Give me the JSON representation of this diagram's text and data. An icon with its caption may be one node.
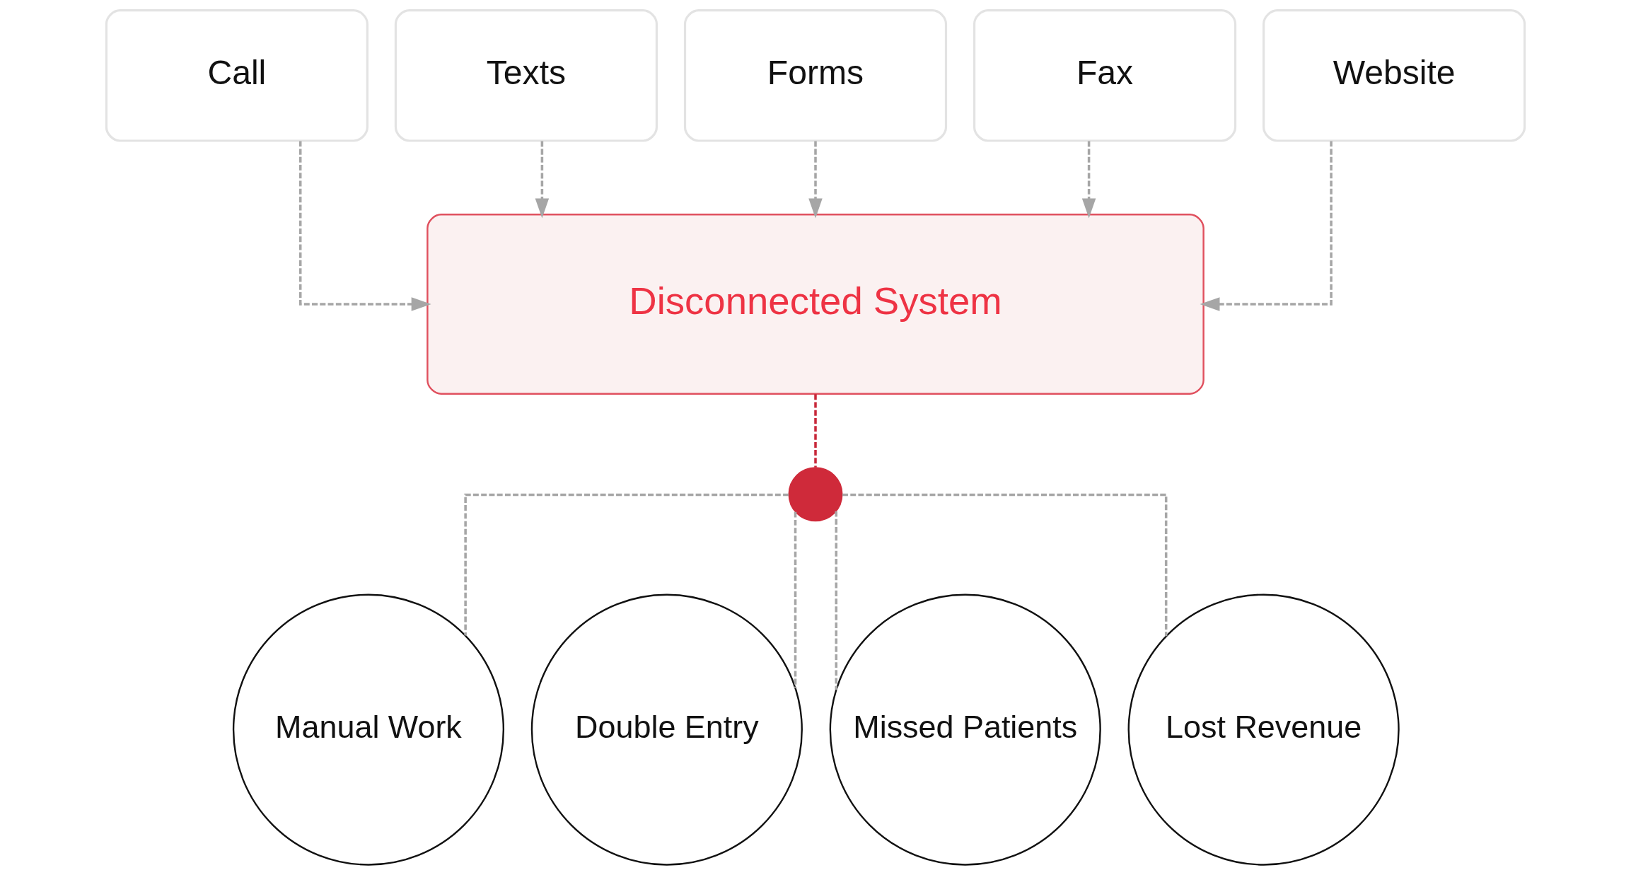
{
  "diagram": {
    "nodes": [
      {
        "text": [
          "Call"
        ]
      },
      {
        "text": [
          "Texts"
        ]
      },
      {
        "text": [
          "Forms"
        ]
      },
      {
        "text": [
          "Fax"
        ]
      },
      {
        "text": [
          "Website"
        ]
      },
      {
        "text": [
          "Disconnected System"
        ]
      },
      {
        "text": [],
        "shape": "circle"
      },
      {
        "text": [
          "Manual Work"
        ]
      },
      {
        "text": [
          "Double Entry"
        ]
      },
      {
        "text": [
          "Missed Patients"
        ]
      },
      {
        "text": [
          "Lost Revenue"
        ]
      }
    ],
    "edges": [
      {
        "from": 0,
        "to": 5,
        "arrow": "to",
        "style": "dashed"
      },
      {
        "from": 1,
        "to": 5,
        "arrow": "to",
        "style": "dashed"
      },
      {
        "from": 2,
        "to": 5,
        "arrow": "to",
        "style": "dashed"
      },
      {
        "from": 3,
        "to": 5,
        "arrow": "to",
        "style": "dashed"
      },
      {
        "from": 4,
        "to": 5,
        "arrow": "to",
        "style": "dashed"
      },
      {
        "from": 5,
        "to": 6,
        "arrow": "none",
        "style": "dashed",
        "color": "#c8283a"
      },
      {
        "from": 6,
        "to": 7,
        "arrow": "none",
        "style": "dashed"
      },
      {
        "from": 6,
        "to": 8,
        "arrow": "none",
        "style": "dashed"
      },
      {
        "from": 6,
        "to": 9,
        "arrow": "none",
        "style": "dashed"
      },
      {
        "from": 6,
        "to": 10,
        "arrow": "none",
        "style": "dashed"
      }
    ]
  }
}
